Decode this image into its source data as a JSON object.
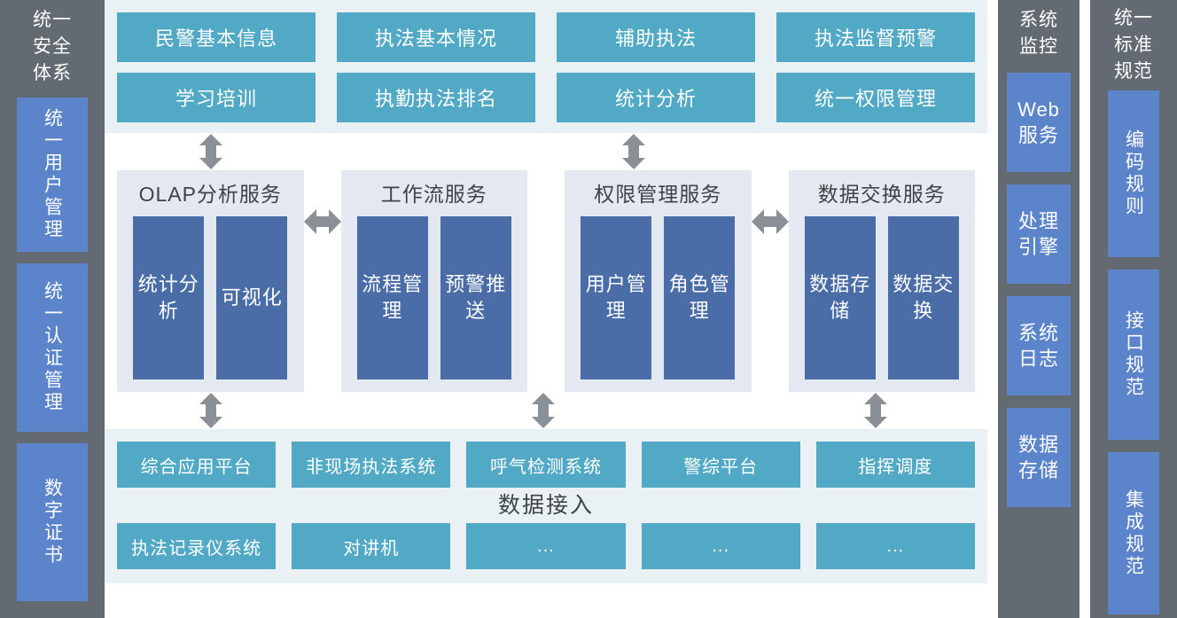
{
  "left_rail": {
    "title": "统一\n安全\n体系",
    "title_lines": [
      "统一",
      "安全",
      "体系"
    ],
    "items": [
      {
        "label": "统一用户管理"
      },
      {
        "label": "统一认证管理"
      },
      {
        "label": "数字证书"
      }
    ]
  },
  "applications": {
    "tiles": [
      {
        "label": "民警基本信息"
      },
      {
        "label": "执法基本情况"
      },
      {
        "label": "辅助执法"
      },
      {
        "label": "执法监督预警"
      },
      {
        "label": "学习培训"
      },
      {
        "label": "执勤执法排名"
      },
      {
        "label": "统计分析"
      },
      {
        "label": "统一权限管理"
      }
    ]
  },
  "services": {
    "panels": [
      {
        "title": "OLAP分析服务",
        "items": [
          {
            "label": "统计分析"
          },
          {
            "label": "可视化"
          }
        ]
      },
      {
        "title": "工作流服务",
        "items": [
          {
            "label": "流程管理"
          },
          {
            "label": "预警推送"
          }
        ]
      },
      {
        "title": "权限管理服务",
        "items": [
          {
            "label": "用户管理"
          },
          {
            "label": "角色管理"
          }
        ]
      },
      {
        "title": "数据交换服务",
        "items": [
          {
            "label": "数据存储"
          },
          {
            "label": "数据交换"
          }
        ]
      }
    ]
  },
  "data_access": {
    "caption": "数据接入",
    "row1": [
      {
        "label": "综合应用平台"
      },
      {
        "label": "非现场执法系统"
      },
      {
        "label": "呼气检测系统"
      },
      {
        "label": "警综平台"
      },
      {
        "label": "指挥调度"
      }
    ],
    "row2": [
      {
        "label": "执法记录仪系统"
      },
      {
        "label": "对讲机"
      },
      {
        "label": "..."
      },
      {
        "label": "..."
      },
      {
        "label": "..."
      }
    ]
  },
  "system_monitoring": {
    "title_lines": [
      "系统",
      "监控"
    ],
    "items": [
      {
        "label": "Web服务",
        "line1": "Web",
        "line2": "服务"
      },
      {
        "label": "处理引擎",
        "line1": "处理",
        "line2": "引擎"
      },
      {
        "label": "系统日志",
        "line1": "系统",
        "line2": "日志"
      },
      {
        "label": "数据存储",
        "line1": "数据",
        "line2": "存储"
      }
    ]
  },
  "standards": {
    "title_lines": [
      "统一",
      "标准",
      "规范"
    ],
    "items": [
      {
        "label": "编码规则"
      },
      {
        "label": "接口规范"
      },
      {
        "label": "集成规范"
      }
    ]
  },
  "colors": {
    "rail_bg": "#636a72",
    "rail_box": "#5b84ca",
    "tile_teal": "#52a9c6",
    "service_box": "#4a6da7",
    "band_bg": "#e9f1f4",
    "panel_bg": "#e4e9f1",
    "arrow": "#8b9096",
    "text_dark": "#3f4347",
    "text_light": "#ffffff"
  }
}
